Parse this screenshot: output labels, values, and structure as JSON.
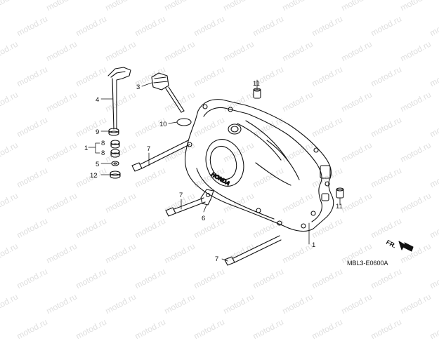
{
  "watermark": "motod.ru",
  "diagram_code": "MBL3-E0600A",
  "direction_label": "FR.",
  "cover_brand": "HONDA",
  "callouts": {
    "c1_left": "1",
    "c1_main": "1",
    "c3": "3",
    "c4": "4",
    "c5": "5",
    "c6": "6",
    "c7_a": "7",
    "c7_b": "7",
    "c7_c": "7",
    "c8_a": "8",
    "c8_b": "8",
    "c9": "9",
    "c10": "10",
    "c11_a": "11",
    "c11_b": "11",
    "c12": "12"
  }
}
